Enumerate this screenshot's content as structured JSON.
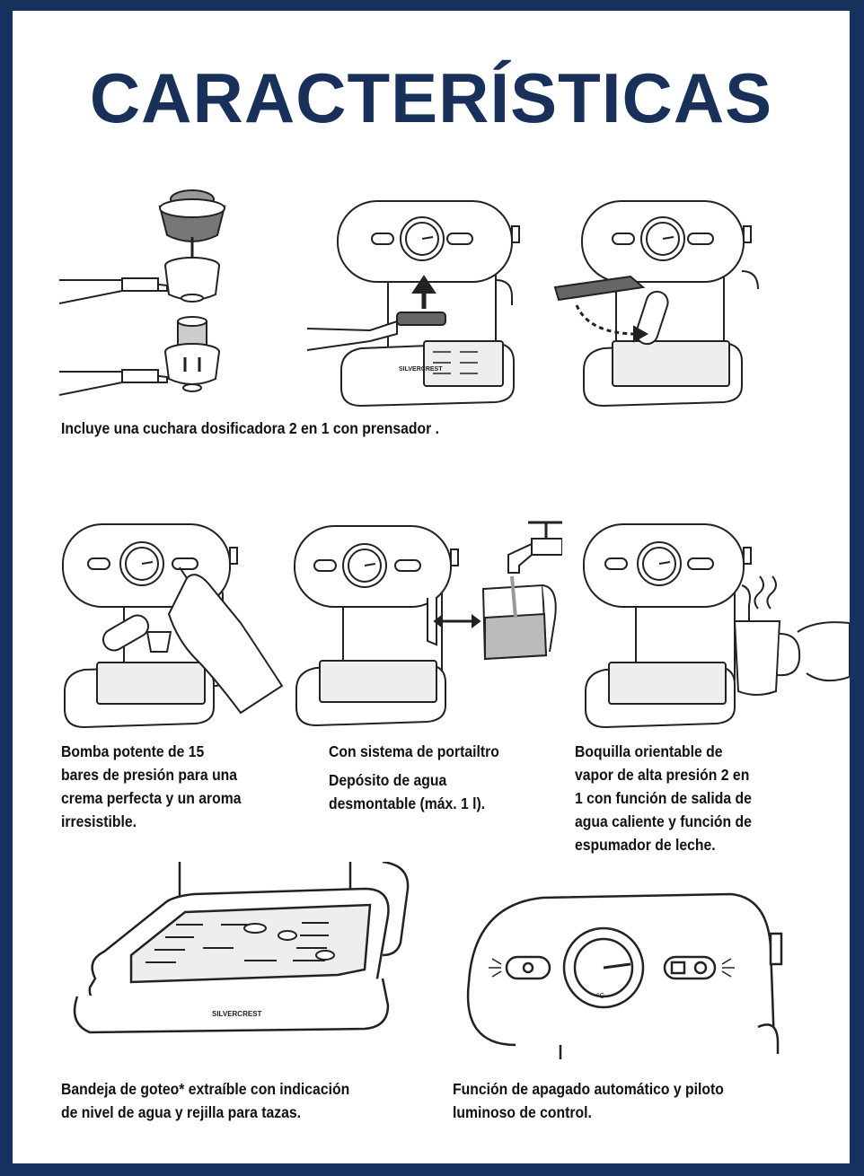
{
  "title": "CARACTERÍSTICAS",
  "brand": "SILVERCREST",
  "gauge_unit": "°C",
  "captions": {
    "scoop": "Incluye una cuchara dosificadora 2 en 1 con prensador .",
    "pump": [
      "Bomba potente de 15",
      "bares de presión para una",
      "crema perfecta y un aroma",
      "irresistible."
    ],
    "portafilter": "Con sistema de portailtro",
    "tank": [
      "Depósito de agua",
      "desmontable (máx. 1 l)."
    ],
    "nozzle": [
      "Boquilla orientable de",
      "vapor de alta presión 2 en",
      "1 con función de salida de",
      "agua caliente y función de",
      "espumador de leche."
    ],
    "tray": [
      "Bandeja de goteo* extraíble con indicación",
      "de nivel de agua y rejilla para tazas."
    ],
    "autooff": [
      "Función de apagado automático y piloto",
      "luminoso de control."
    ]
  },
  "colors": {
    "frame": "#17325e",
    "title": "#18305a",
    "text": "#111111",
    "line": "#222222"
  }
}
